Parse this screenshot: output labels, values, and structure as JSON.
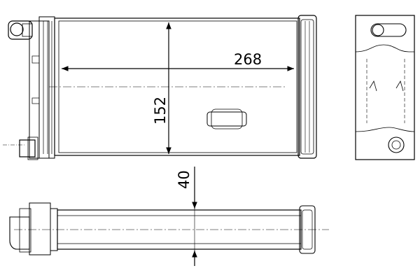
{
  "dimensions": {
    "width": "268",
    "height": "152",
    "depth": "40"
  },
  "colors": {
    "line": "#000000",
    "hatch": "#555555",
    "background": "#ffffff"
  }
}
